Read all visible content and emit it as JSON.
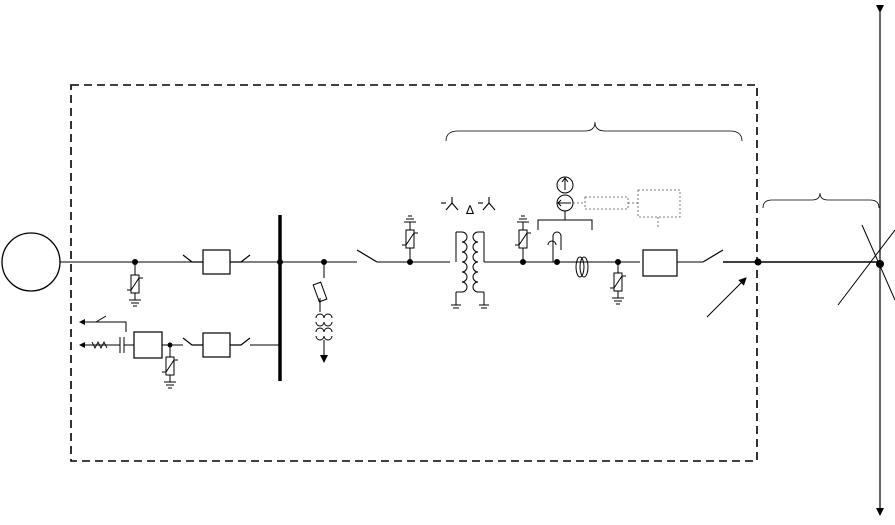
{
  "diagram": {
    "type": "single-line electrical schematic",
    "colors": {
      "line": "#000000",
      "background": "#ffffff",
      "secondary": "#555555"
    },
    "symbols": [
      "generator-circle",
      "surge-arrester",
      "breaker-box",
      "busbar",
      "disconnector-switch",
      "fuse",
      "voltage-transformer",
      "power-transformer",
      "winding-symbols",
      "current-transformer",
      "measurement-unit",
      "control-box",
      "adjustable-arrow",
      "power-line-bus",
      "outgoing-feeders"
    ],
    "winding_labels": [
      "∆"
    ]
  }
}
